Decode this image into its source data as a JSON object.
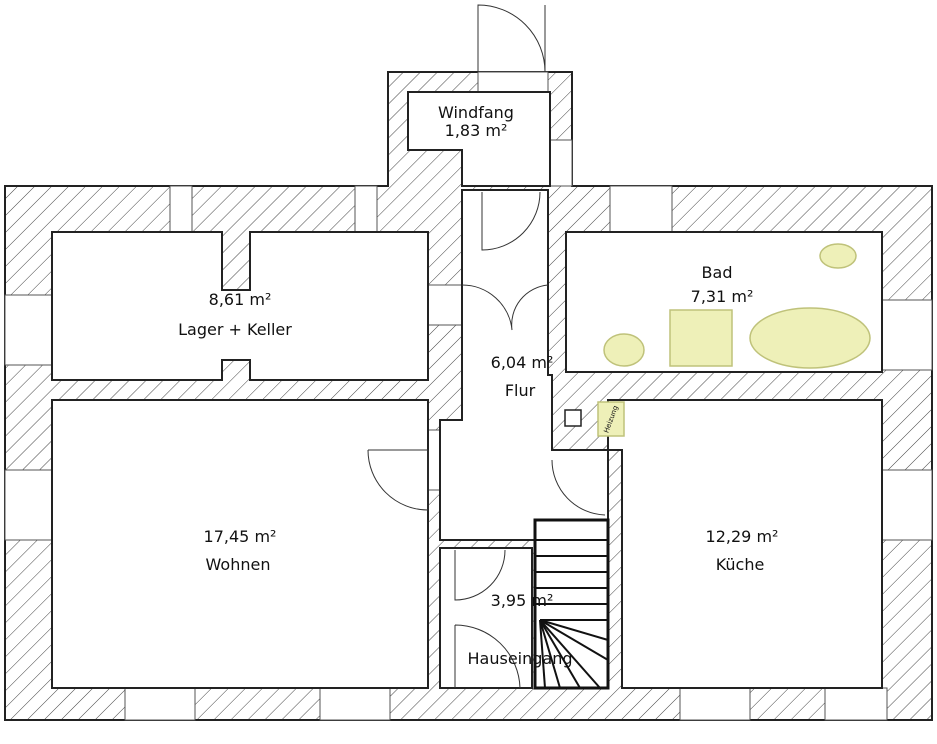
{
  "rooms": {
    "windfang": {
      "name": "Windfang",
      "area": "1,83 m²"
    },
    "lager": {
      "name": "Lager + Keller",
      "area": "8,61 m²"
    },
    "bad": {
      "name": "Bad",
      "area": "7,31 m²"
    },
    "flur": {
      "name": "Flur",
      "area": "6,04 m²"
    },
    "wohnen": {
      "name": "Wohnen",
      "area": "17,45 m²"
    },
    "kueche": {
      "name": "Küche",
      "area": "12,29 m²"
    },
    "hauseingang": {
      "name": "Hauseingang",
      "area": "3,95 m²"
    }
  },
  "heating_label": "Heizung",
  "colors": {
    "wall": "#ffffff",
    "hatch": "#333333",
    "fixture": "#eef0b8"
  }
}
